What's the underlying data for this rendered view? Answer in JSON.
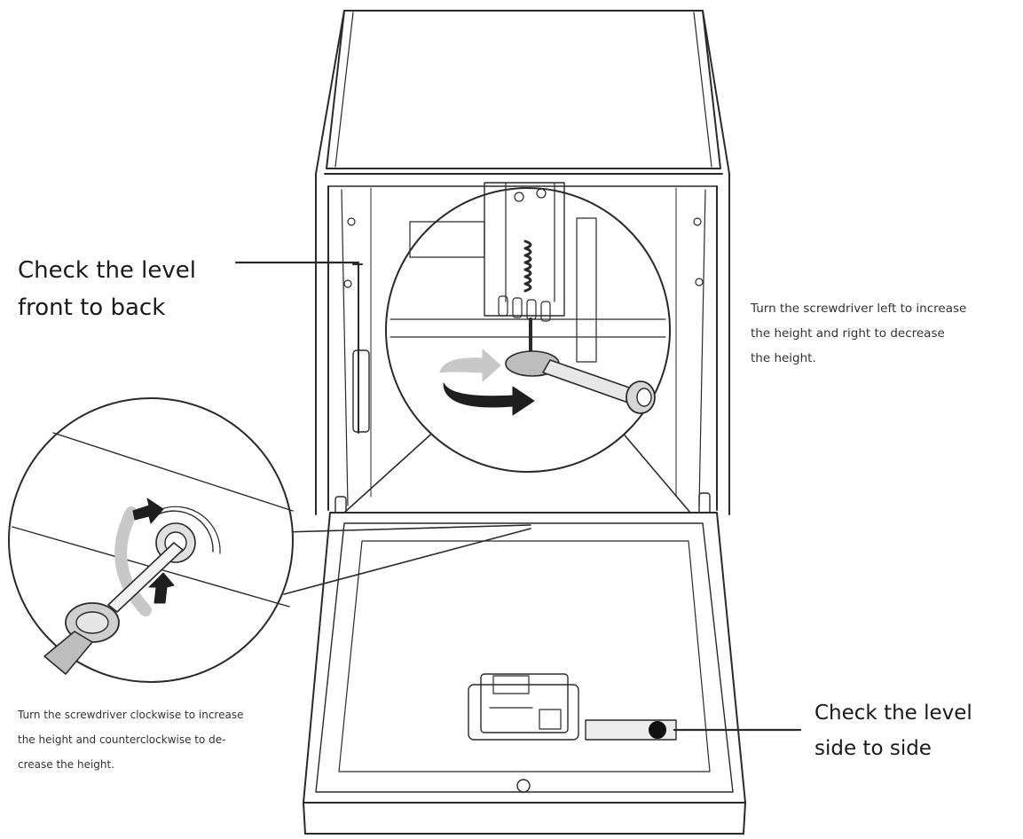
{
  "labels": {
    "level_front_back": "Check the level\nfront to back",
    "level_side_side": "Check the level\nside to side",
    "screwdriver_left_right": "Turn the screwdriver left to increase\nthe height and right to decrease\nthe height.",
    "screwdriver_clockwise": "Turn the screwdriver clockwise to increase\nthe height and counterclockwise to de-\ncrease the height."
  },
  "colors": {
    "line": "#2a2a2a",
    "gray_arrow": "#c8c8c8",
    "dark_arrow": "#1e1e1e",
    "level_bubble": "#111111"
  }
}
